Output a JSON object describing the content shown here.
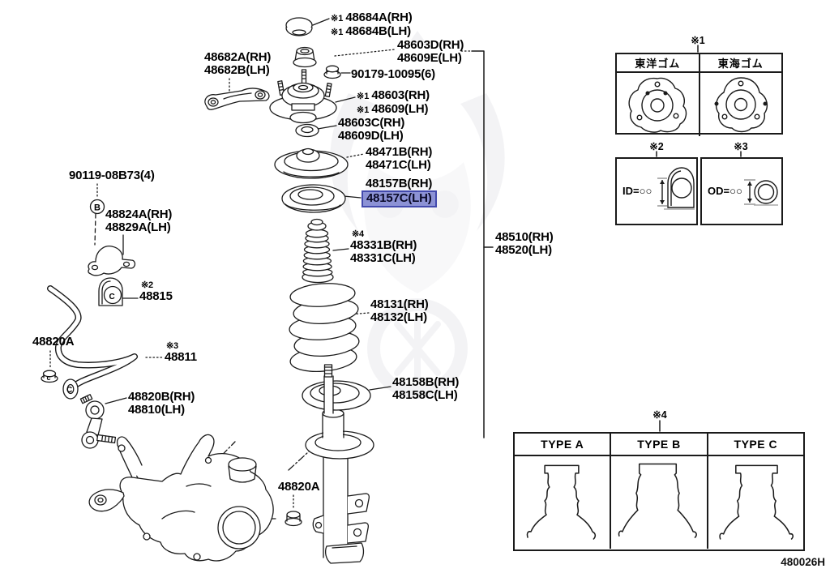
{
  "doc_code": "480026H",
  "colors": {
    "highlight_bg": "#8c92d5",
    "highlight_border": "#434aad",
    "line_color": "#1a1a1a",
    "watermark": "#6a6a85"
  },
  "callouts": {
    "b_bolt": "B",
    "c_bushing": "C",
    "c_nut": "c",
    "c_bar_end": "C"
  },
  "parts": {
    "p48684": {
      "lines": [
        {
          "pre": "※1",
          "num": "48684A(RH)"
        },
        {
          "pre": "※1",
          "num": "48684B(LH)"
        }
      ]
    },
    "p48603d": {
      "lines": [
        {
          "num": "48603D(RH)"
        },
        {
          "num": "48609E(LH)"
        }
      ]
    },
    "p90179": {
      "lines": [
        {
          "num": "90179-10095(6)"
        }
      ]
    },
    "p48603": {
      "lines": [
        {
          "pre": "※1",
          "num": "48603(RH)"
        },
        {
          "pre": "※1",
          "num": "48609(LH)"
        }
      ]
    },
    "p48603c": {
      "lines": [
        {
          "num": "48603C(RH)"
        },
        {
          "num": "48609D(LH)"
        }
      ]
    },
    "p48471": {
      "lines": [
        {
          "num": "48471B(RH)"
        },
        {
          "num": "48471C(LH)"
        }
      ]
    },
    "p48157": {
      "lines": [
        {
          "num": "48157B(RH)"
        },
        {
          "num": "48157C(LH)"
        }
      ],
      "highlighted_line": 1
    },
    "p48331": {
      "pre": "※4",
      "lines": [
        {
          "num": "48331B(RH)"
        },
        {
          "num": "48331C(LH)"
        }
      ]
    },
    "p48510": {
      "lines": [
        {
          "num": "48510(RH)"
        },
        {
          "num": "48520(LH)"
        }
      ]
    },
    "p48131": {
      "lines": [
        {
          "num": "48131(RH)"
        },
        {
          "num": "48132(LH)"
        }
      ]
    },
    "p48158": {
      "lines": [
        {
          "num": "48158B(RH)"
        },
        {
          "num": "48158C(LH)"
        }
      ]
    },
    "p48682": {
      "lines": [
        {
          "num": "48682A(RH)"
        },
        {
          "num": "48682B(LH)"
        }
      ]
    },
    "p90119": {
      "lines": [
        {
          "num": "90119-08B73(4)"
        }
      ]
    },
    "p48824": {
      "lines": [
        {
          "num": "48824A(RH)"
        },
        {
          "num": "48829A(LH)"
        }
      ]
    },
    "p48815": {
      "pre": "※2",
      "lines": [
        {
          "num": "48815"
        }
      ]
    },
    "p48820a_left": {
      "lines": [
        {
          "num": "48820A"
        }
      ]
    },
    "p48811": {
      "pre": "※3",
      "lines": [
        {
          "num": "48811"
        }
      ]
    },
    "p48820b": {
      "lines": [
        {
          "num": "48820B(RH)"
        },
        {
          "num": "48810(LH)"
        }
      ]
    },
    "p48820a_bottom": {
      "lines": [
        {
          "num": "48820A"
        }
      ]
    }
  },
  "ref_tables": {
    "t1": {
      "mark": "※1",
      "headers": [
        "東洋ゴム",
        "東海ゴム"
      ]
    },
    "t2": {
      "mark": "※2",
      "label": "ID=○○"
    },
    "t3": {
      "mark": "※3",
      "label": "OD=○○"
    },
    "t4": {
      "mark": "※4",
      "headers": [
        "TYPE A",
        "TYPE B",
        "TYPE C"
      ]
    }
  }
}
